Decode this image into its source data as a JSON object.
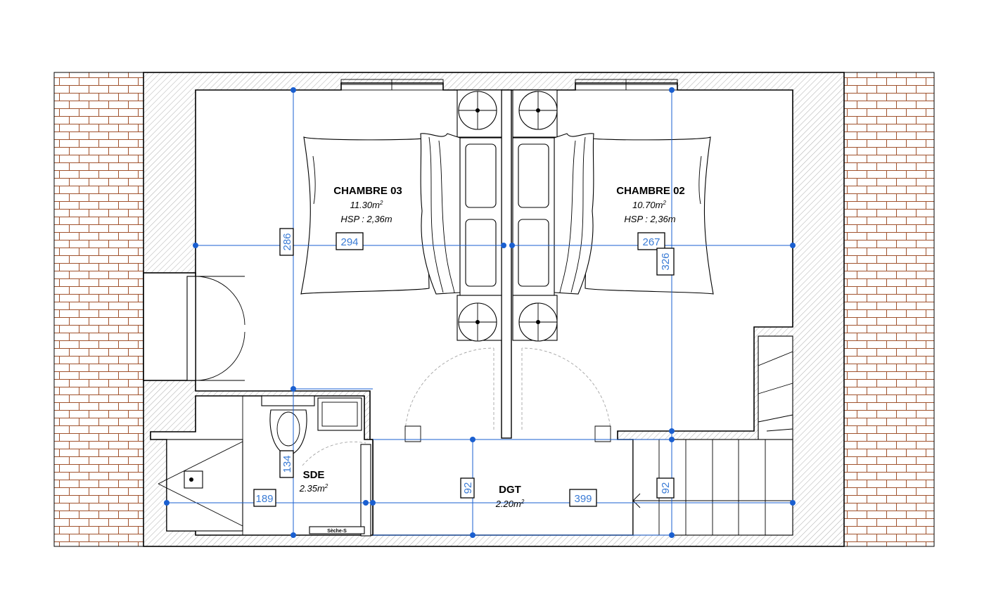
{
  "rooms": {
    "chambre03": {
      "name": "CHAMBRE 03",
      "area": "11.30m",
      "area_sup": "2",
      "height": "HSP : 2,36m"
    },
    "chambre02": {
      "name": "CHAMBRE 02",
      "area": "10.70m",
      "area_sup": "2",
      "height": "HSP : 2,36m"
    },
    "sde": {
      "name": "SDE",
      "area": "2.35m",
      "area_sup": "2"
    },
    "dgt": {
      "name": "DGT",
      "area": "2.20m",
      "area_sup": "2"
    }
  },
  "dimensions": {
    "d286": "286",
    "d294": "294",
    "d267": "267",
    "d326": "326",
    "d134": "134",
    "d189": "189",
    "d92a": "92",
    "d399": "399",
    "d92b": "92"
  },
  "labels": {
    "dryer": "Sèche-S"
  },
  "colors": {
    "axis": "#1a5fd0",
    "dimension_text": "#3a7bd5",
    "brick": "#a0522d",
    "hatch": "#9a9a9a"
  }
}
